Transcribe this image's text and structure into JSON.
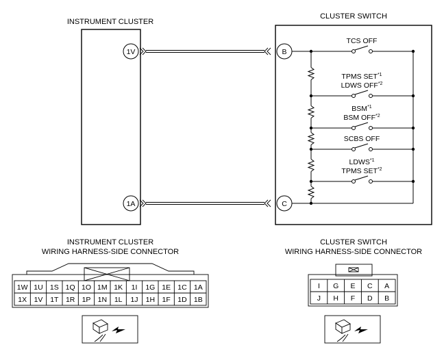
{
  "left_unit": {
    "title": "INSTRUMENT CLUSTER",
    "pins": [
      "1V",
      "1A"
    ]
  },
  "right_unit": {
    "title": "CLUSTER SWITCH",
    "pins": [
      "B",
      "C"
    ]
  },
  "switches": [
    {
      "lines": [
        {
          "text": "TCS OFF",
          "sup": ""
        }
      ]
    },
    {
      "lines": [
        {
          "text": "TPMS SET",
          "sup": "*1"
        },
        {
          "text": "LDWS OFF",
          "sup": "*2"
        }
      ]
    },
    {
      "lines": [
        {
          "text": "BSM",
          "sup": "*1"
        },
        {
          "text": "BSM OFF",
          "sup": "*2"
        }
      ]
    },
    {
      "lines": [
        {
          "text": "SCBS OFF",
          "sup": ""
        }
      ]
    },
    {
      "lines": [
        {
          "text": "LDWS",
          "sup": "*1"
        },
        {
          "text": "TPMS SET",
          "sup": "*2"
        }
      ]
    }
  ],
  "left_connector": {
    "title_line1": "INSTRUMENT CLUSTER",
    "title_line2": "WIRING HARNESS-SIDE CONNECTOR",
    "row1": [
      "1W",
      "1U",
      "1S",
      "1Q",
      "1O",
      "1M",
      "1K",
      "1I",
      "1G",
      "1E",
      "1C",
      "1A"
    ],
    "row2": [
      "1X",
      "1V",
      "1T",
      "1R",
      "1P",
      "1N",
      "1L",
      "1J",
      "1H",
      "1F",
      "1D",
      "1B"
    ]
  },
  "right_connector": {
    "title_line1": "CLUSTER SWITCH",
    "title_line2": "WIRING HARNESS-SIDE CONNECTOR",
    "row1": [
      "I",
      "G",
      "E",
      "C",
      "A"
    ],
    "row2": [
      "J",
      "H",
      "F",
      "D",
      "B"
    ]
  }
}
